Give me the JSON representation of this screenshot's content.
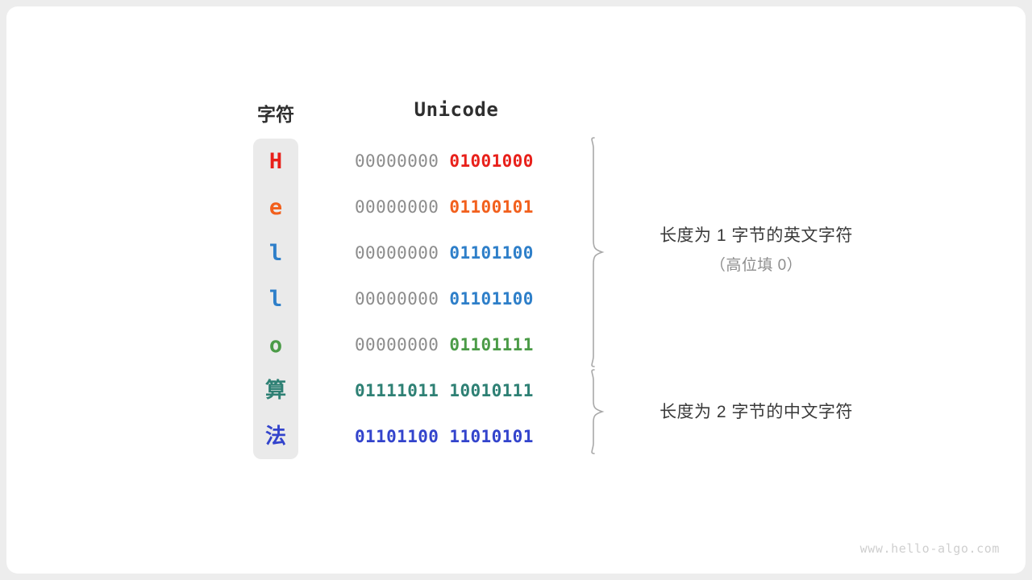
{
  "watermark": "www.hello-algo.com",
  "table": {
    "headers": {
      "char": "字符",
      "unicode": "Unicode"
    },
    "rows": [
      {
        "char": "H",
        "color": "#e8201a",
        "high_byte": "00000000",
        "low_byte": "01001000",
        "high_filled": false,
        "cjk": false
      },
      {
        "char": "e",
        "color": "#f2601d",
        "high_byte": "00000000",
        "low_byte": "01100101",
        "high_filled": false,
        "cjk": false
      },
      {
        "char": "l",
        "color": "#2e7fc9",
        "high_byte": "00000000",
        "low_byte": "01101100",
        "high_filled": false,
        "cjk": false
      },
      {
        "char": "l",
        "color": "#2e7fc9",
        "high_byte": "00000000",
        "low_byte": "01101100",
        "high_filled": false,
        "cjk": false
      },
      {
        "char": "o",
        "color": "#4b9b47",
        "high_byte": "00000000",
        "low_byte": "01101111",
        "high_filled": false,
        "cjk": false
      },
      {
        "char": "算",
        "color": "#2e8074",
        "high_byte": "01111011",
        "low_byte": "10010111",
        "high_filled": true,
        "cjk": true
      },
      {
        "char": "法",
        "color": "#3344cc",
        "high_byte": "01101100",
        "low_byte": "11010101",
        "high_filled": true,
        "cjk": true
      }
    ]
  },
  "annotations": [
    {
      "main": "长度为 1 字节的英文字符",
      "sub": "（高位填 0）"
    },
    {
      "main": "长度为 2 字节的中文字符",
      "sub": ""
    }
  ]
}
